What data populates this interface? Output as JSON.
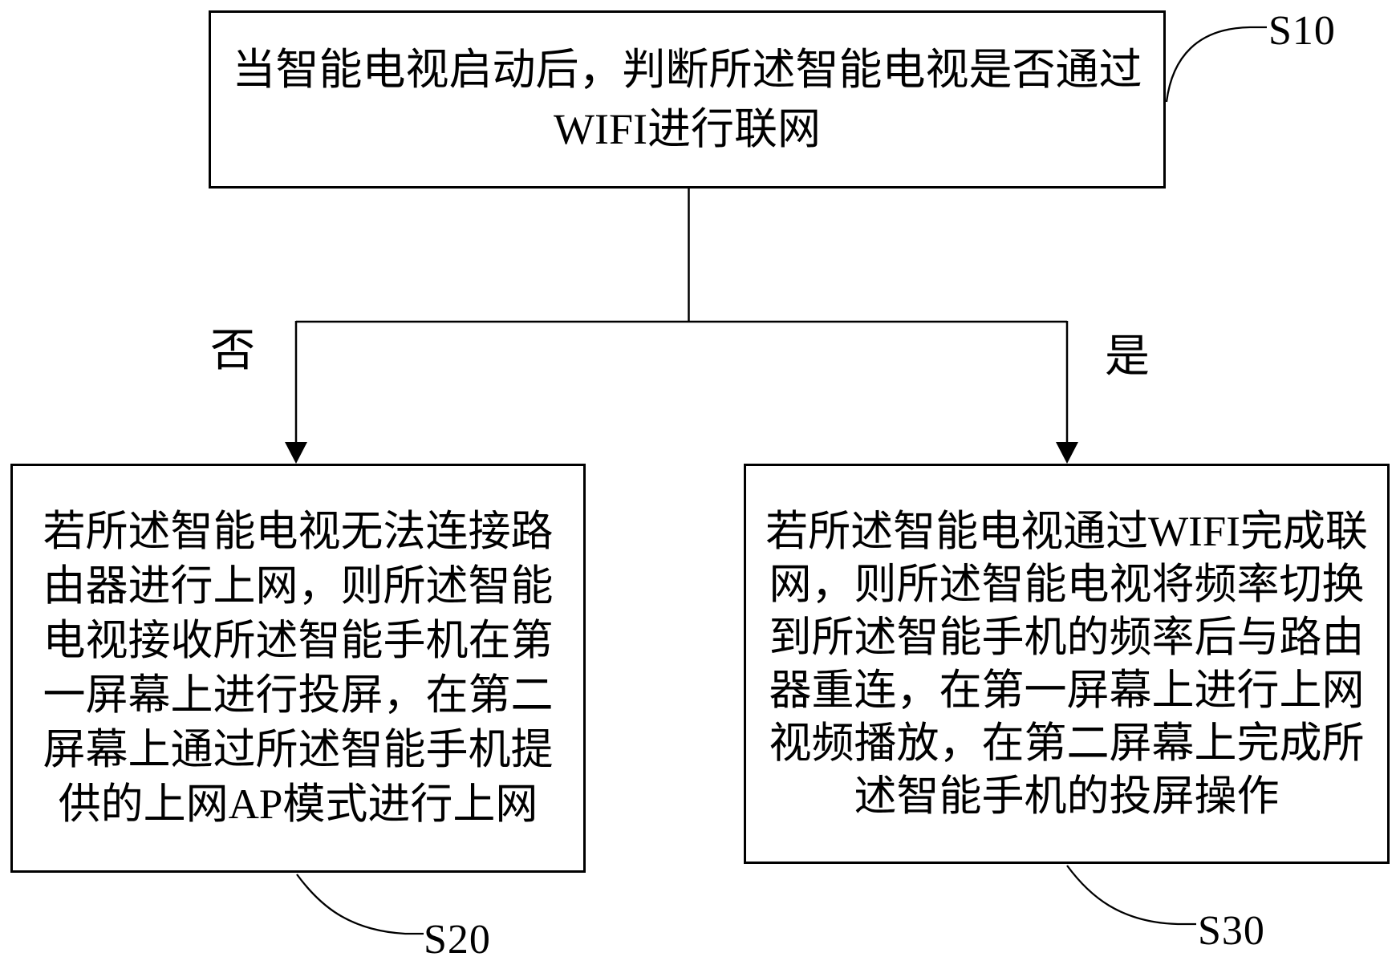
{
  "figure": {
    "background_color": "#ffffff",
    "line_color": "#000000",
    "type": "flowchart"
  },
  "nodes": {
    "start": {
      "step_id": "S10",
      "text": "当智能电视启动后，判断所述智能电视是否通过WIFI进行联网",
      "lines": [
        "当智能电视启动后，判断所述智能电视是否通过",
        "WIFI进行联网"
      ]
    },
    "no_branch": {
      "step_id": "S20",
      "text": "若所述智能电视无法连接路由器进行上网，则所述智能电视接收所述智能手机在第一屏幕上进行投屏，在第二屏幕上通过所述智能手机提供的上网AP模式进行上网",
      "lines": [
        "若所述智能电视无法连接路",
        "由器进行上网，则所述智能",
        "电视接收所述智能手机在第",
        "一屏幕上进行投屏，在第二",
        "屏幕上通过所述智能手机提",
        "供的上网AP模式进行上网"
      ]
    },
    "yes_branch": {
      "step_id": "S30",
      "text": "若所述智能电视通过WIFI完成联网，则所述智能电视将频率切换到所述智能手机的频率后与路由器重连，在第一屏幕上进行上网视频播放，在第二屏幕上完成所述智能手机的投屏操作",
      "lines": [
        "若所述智能电视通过WIFI完成联",
        "网，则所述智能电视将频率切换",
        "到所述智能手机的频率后与路由",
        "器重连，在第一屏幕上进行上网",
        "视频播放，在第二屏幕上完成所",
        "述智能手机的投屏操作"
      ]
    }
  },
  "branch_labels": {
    "no": "否",
    "yes": "是"
  }
}
